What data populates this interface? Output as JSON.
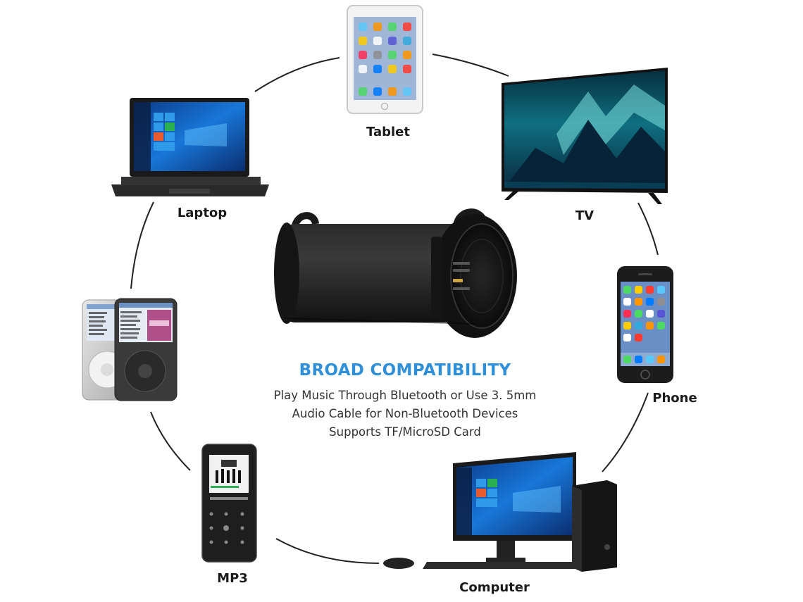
{
  "headline": "BROAD COMPATIBILITY",
  "description": [
    "Play Music Through Bluetooth or Use 3. 5mm",
    "Audio Cable for Non-Bluetooth Devices",
    "Supports TF/MicroSD Card"
  ],
  "devices": {
    "tablet": "Tablet",
    "tv": "TV",
    "laptop": "Laptop",
    "phone": "Phone",
    "ipod": "",
    "mp3": "MP3",
    "computer": "Computer"
  },
  "colors": {
    "accent": "#2f8fd8",
    "text": "#1a1a1a"
  },
  "icons": [
    "tablet-icon",
    "tv-icon",
    "laptop-icon",
    "phone-icon",
    "ipod-icon",
    "mp3-player-icon",
    "desktop-computer-icon",
    "bluetooth-speaker-icon"
  ]
}
